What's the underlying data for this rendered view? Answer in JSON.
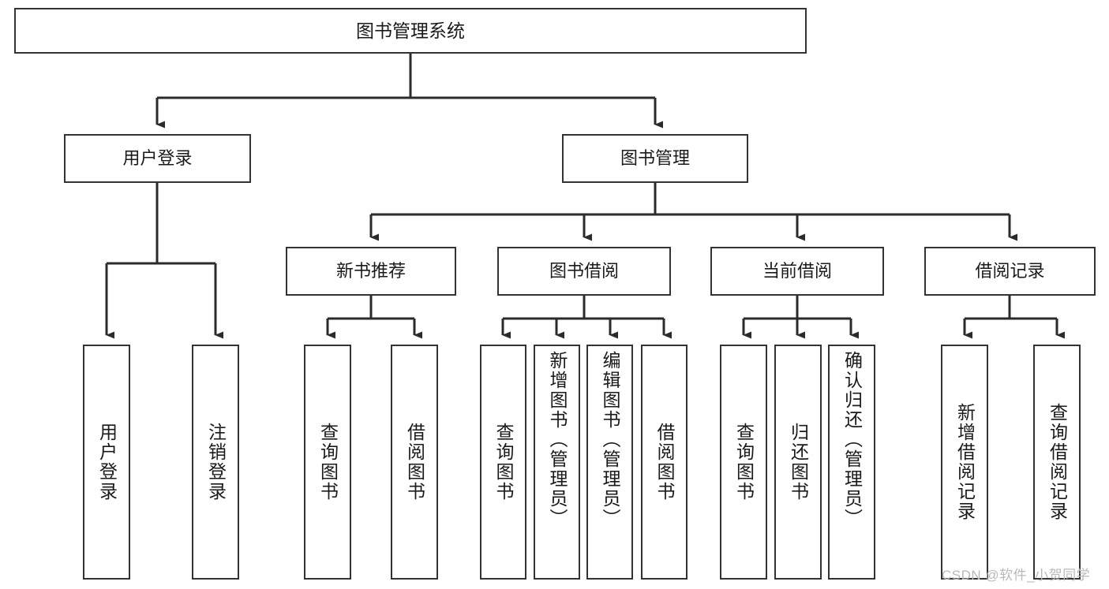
{
  "diagram": {
    "title_node": {
      "label": "图书管理系统"
    },
    "level1": [
      {
        "label": "用户登录"
      },
      {
        "label": "图书管理"
      }
    ],
    "level2": [
      {
        "label": "新书推荐"
      },
      {
        "label": "图书借阅"
      },
      {
        "label": "当前借阅"
      },
      {
        "label": "借阅记录"
      }
    ],
    "leaves": [
      {
        "label": "用户登录"
      },
      {
        "label": "注销登录"
      },
      {
        "label": "查询图书"
      },
      {
        "label": "借阅图书"
      },
      {
        "label": "查询图书"
      },
      {
        "label": "新增图书（管理员）"
      },
      {
        "label": "编辑图书（管理员）"
      },
      {
        "label": "借阅图书"
      },
      {
        "label": "查询图书"
      },
      {
        "label": "归还图书"
      },
      {
        "label": "确认归还（管理员）"
      },
      {
        "label": "新增借阅记录"
      },
      {
        "label": "查询借阅记录"
      }
    ]
  },
  "watermark": {
    "text": "CSDN @软件_小贺同学"
  },
  "colors": {
    "border": "#333333",
    "text": "#1a1a1a",
    "background": "#ffffff",
    "watermark": "#b9b9b9"
  }
}
